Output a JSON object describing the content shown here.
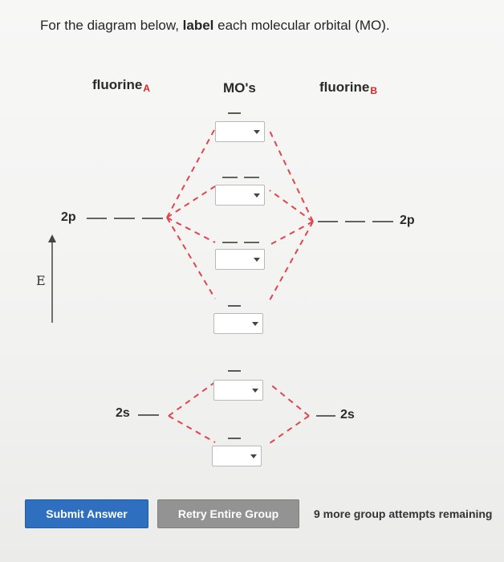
{
  "question": {
    "prefix": "For the diagram below,",
    "bold": "label",
    "suffix": "each molecular orbital (MO)."
  },
  "columns": {
    "atom_a": {
      "name": "fluorine",
      "sub": "A"
    },
    "mos": "MO's",
    "atom_b": {
      "name": "fluorine",
      "sub": "B"
    }
  },
  "levels": {
    "a_2p": "2p",
    "a_2s": "2s",
    "b_2p": "2p",
    "b_2s": "2s"
  },
  "axis": {
    "label": "E"
  },
  "dropdowns": [
    {
      "value": ""
    },
    {
      "value": ""
    },
    {
      "value": ""
    },
    {
      "value": ""
    },
    {
      "value": ""
    },
    {
      "value": ""
    }
  ],
  "buttons": {
    "submit": "Submit Answer",
    "retry": "Retry Entire Group"
  },
  "attempts": "9 more group attempts remaining",
  "colors": {
    "connector": "#e0454e",
    "submit": "#2f6fc0",
    "retry": "#939394"
  }
}
